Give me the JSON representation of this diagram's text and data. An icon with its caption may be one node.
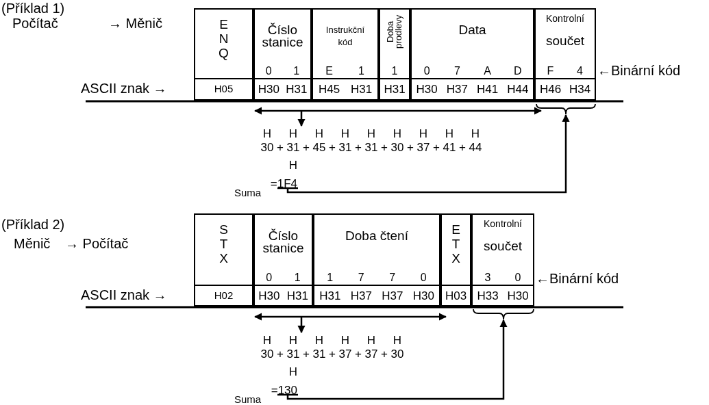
{
  "diagram": {
    "nodes": [
      {
        "text": [
          "E N Q"
        ]
      },
      {
        "text": [
          "Číslo stanice",
          "0",
          "1"
        ]
      },
      {
        "text": [
          "Instrukční kód",
          "E",
          "1"
        ]
      },
      {
        "text": [
          "Doba prodlevy",
          "1"
        ]
      },
      {
        "text": [
          "Data",
          "0",
          "7",
          "A",
          "D"
        ]
      },
      {
        "text": [
          "Kontrolní",
          "součet",
          "F",
          "4"
        ]
      },
      {
        "text": [
          "H05"
        ]
      },
      {
        "text": [
          "H30",
          "H31"
        ]
      },
      {
        "text": [
          "H45",
          "H31"
        ]
      },
      {
        "text": [
          "H31"
        ]
      },
      {
        "text": [
          "H30",
          "H37",
          "H41",
          "H44"
        ]
      },
      {
        "text": [
          "H46",
          "H34"
        ]
      },
      {
        "text": [
          "H 30",
          "+",
          "H 31",
          "+",
          "H 45",
          "+",
          "H 31",
          "+",
          "H 31",
          "+",
          "H 30",
          "+",
          "H 37",
          "+",
          "H 41",
          "+",
          "H 44"
        ]
      },
      {
        "text": [
          "H =1F4"
        ],
        "beside": [
          "Suma"
        ]
      },
      {
        "text": [],
        "shape": "brace"
      },
      {
        "text": [
          "S T X"
        ]
      },
      {
        "text": [
          "Číslo stanice",
          "0",
          "1"
        ]
      },
      {
        "text": [
          "Doba čtení",
          "1",
          "7",
          "7",
          "0"
        ]
      },
      {
        "text": [
          "E T X"
        ]
      },
      {
        "text": [
          "Kontrolní",
          "součet",
          "3",
          "0"
        ]
      },
      {
        "text": [
          "H02"
        ]
      },
      {
        "text": [
          "H30",
          "H31"
        ]
      },
      {
        "text": [
          "H31",
          "H37",
          "H37",
          "H30"
        ]
      },
      {
        "text": [
          "H03"
        ]
      },
      {
        "text": [
          "H33",
          "H30"
        ]
      },
      {
        "text": [
          "H 30",
          "+",
          "H 31",
          "+",
          "H 31",
          "+",
          "H 37",
          "+",
          "H 37",
          "+",
          "H 30"
        ]
      },
      {
        "text": [
          "H =130"
        ],
        "beside": [
          "Suma"
        ]
      },
      {
        "text": [],
        "shape": "brace"
      }
    ],
    "edges": [
      {
        "from": null,
        "to": 12,
        "arrow": "to"
      },
      {
        "from": 13,
        "to": 14,
        "arrow": "to"
      },
      {
        "from": null,
        "to": 25,
        "arrow": "to"
      },
      {
        "from": 26,
        "to": 27,
        "arrow": "to"
      },
      {
        "from": 7,
        "to": 14,
        "arrow": "both"
      },
      {
        "from": 21,
        "to": 23,
        "arrow": "both"
      }
    ],
    "labels": [
      "(Příklad 1)",
      "Počítač",
      "→ Měnič",
      "←Binární kód",
      "ASCII znak →",
      "(Příklad 2)",
      "Měnič",
      "→ Počítač",
      "←Binární kód",
      "ASCII znak →"
    ]
  }
}
